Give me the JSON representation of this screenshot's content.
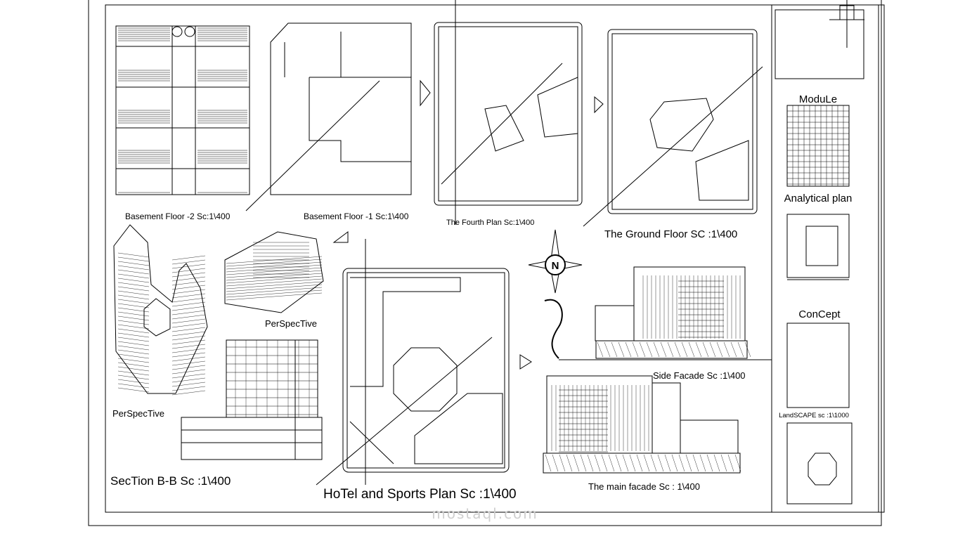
{
  "labels": {
    "basement2": "Basement Floor -2 Sc:1\\400",
    "basement1": "Basement Floor -1 Sc:1\\400",
    "fourth": "The Fourth Plan Sc:1\\400",
    "ground": "The Ground Floor SC :1\\400",
    "perspective1": "PerSpecTive",
    "perspective2": "PerSpecTive",
    "section": "SecTion B-B Sc :1\\400",
    "hotel": "HoTel and Sports Plan Sc :1\\400",
    "side_facade": "Side Facade Sc :1\\400",
    "main_facade": "The main facade Sc : 1\\400"
  },
  "sidebar": {
    "module": "ModuLe",
    "analytical": "Analytical plan",
    "concept": "ConCept",
    "landscape": "LandSCAPE sc :1\\1000"
  },
  "compass": {
    "letter": "N"
  },
  "watermark": {
    "domain": "mostaql.com"
  },
  "colors": {
    "line": "#000000",
    "paper": "#ffffff",
    "watermark": "#cfcfcf"
  }
}
